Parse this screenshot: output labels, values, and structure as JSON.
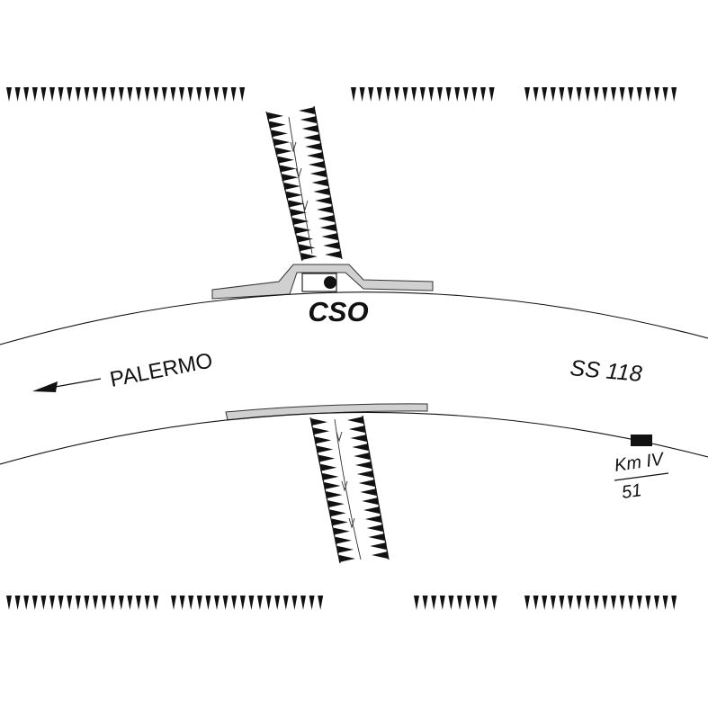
{
  "map": {
    "station_label": "CSO",
    "direction_label": "PALERMO",
    "road_label": "SS 118",
    "kilometre": {
      "top": "Km IV",
      "bottom": "51"
    }
  },
  "colors": {
    "ink": "#111111",
    "bridge_fill": "#d0d0d0",
    "background": "#ffffff"
  },
  "icons": {
    "station": "filled-circle-in-box",
    "direction": "arrow-left",
    "km_marker": "black-rectangle"
  }
}
